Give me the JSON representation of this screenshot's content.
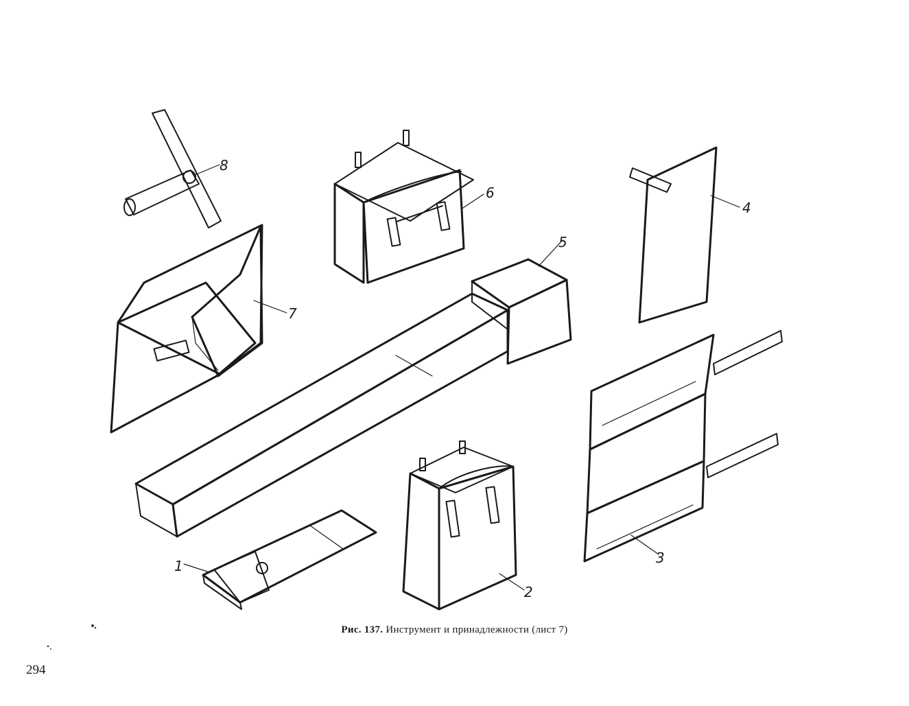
{
  "figure": {
    "caption_prefix": "Рис. 137.",
    "caption_text": "Инструмент и принадлежности (лист 7)",
    "callouts": {
      "1": "1",
      "2": "2",
      "3": "3",
      "4": "4",
      "5": "5",
      "6": "6",
      "7": "7",
      "8": "8"
    }
  },
  "page_number": "294"
}
